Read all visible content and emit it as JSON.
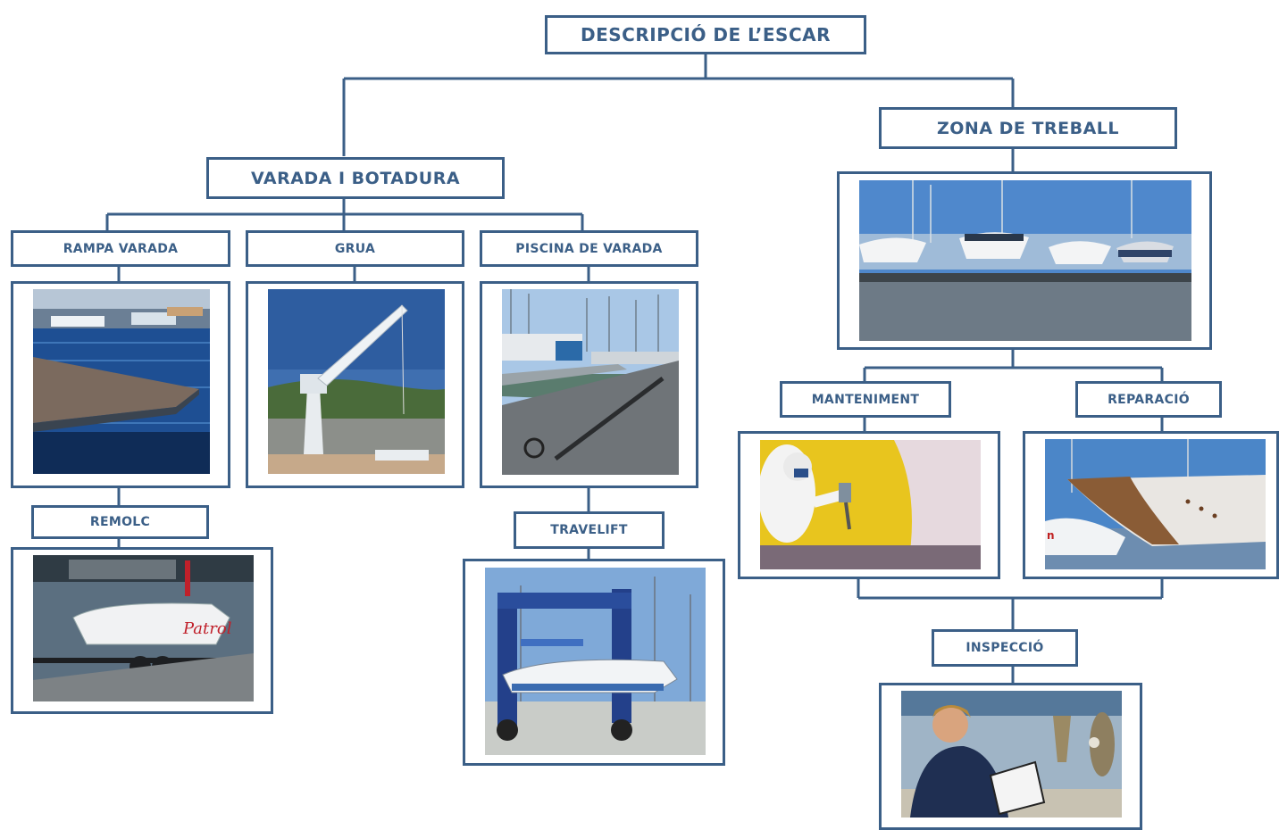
{
  "root": {
    "label": "DESCRIPCIÓ DE L’ESCAR"
  },
  "varada": {
    "label": "VARADA I BOTADURA",
    "rampa": "RAMPA VARADA",
    "grua": "GRUA",
    "piscina": "PISCINA DE VARADA",
    "remolc": "REMOLC",
    "travelift": "TRAVELIFT"
  },
  "zona": {
    "label": "ZONA DE TREBALL",
    "manteniment": "MANTENIMENT",
    "reparacio": "REPARACIÓ",
    "inspeccio": "INSPECCIÓ"
  },
  "colors": {
    "accent": "#3b5f87",
    "background": "#ffffff"
  }
}
